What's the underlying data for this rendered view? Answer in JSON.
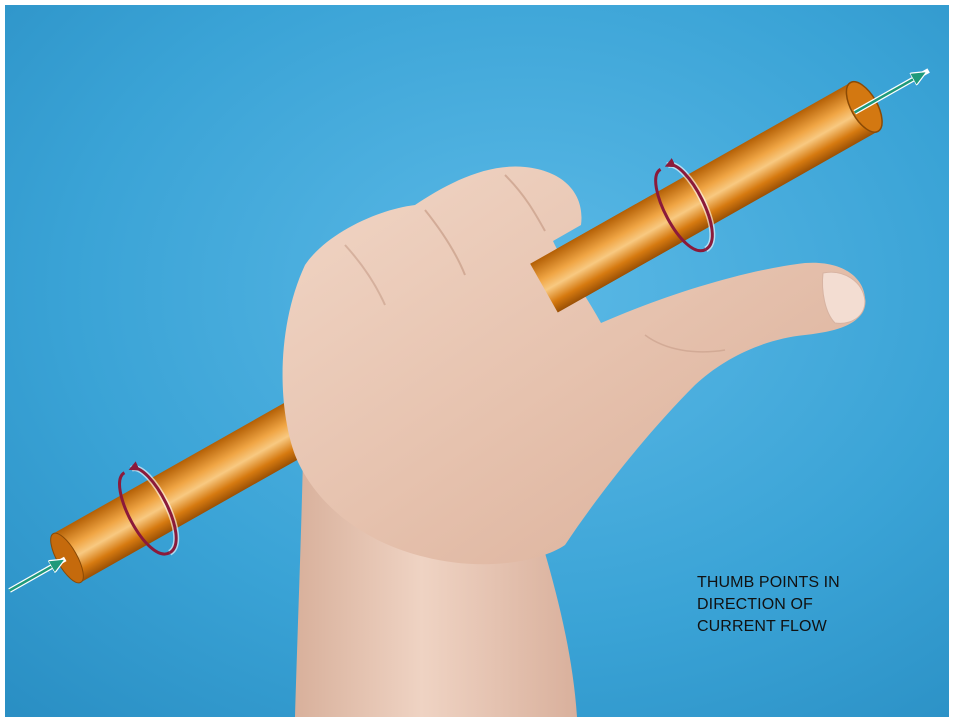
{
  "caption": {
    "lines": [
      "THUMB POINTS IN",
      "DIRECTION OF",
      "CURRENT FLOW"
    ]
  },
  "colors": {
    "sky": "#3ba4d6",
    "conductor": "#e58a1a",
    "conductor_highlight": "#f5c07a",
    "field_arrow": "#8b1a3a",
    "current_arrow": "#1f9a7a",
    "skin": "#e8c7b4"
  },
  "icons": [
    "current-in-arrow-icon",
    "current-out-arrow-icon",
    "field-circulation-arrow-icon"
  ]
}
